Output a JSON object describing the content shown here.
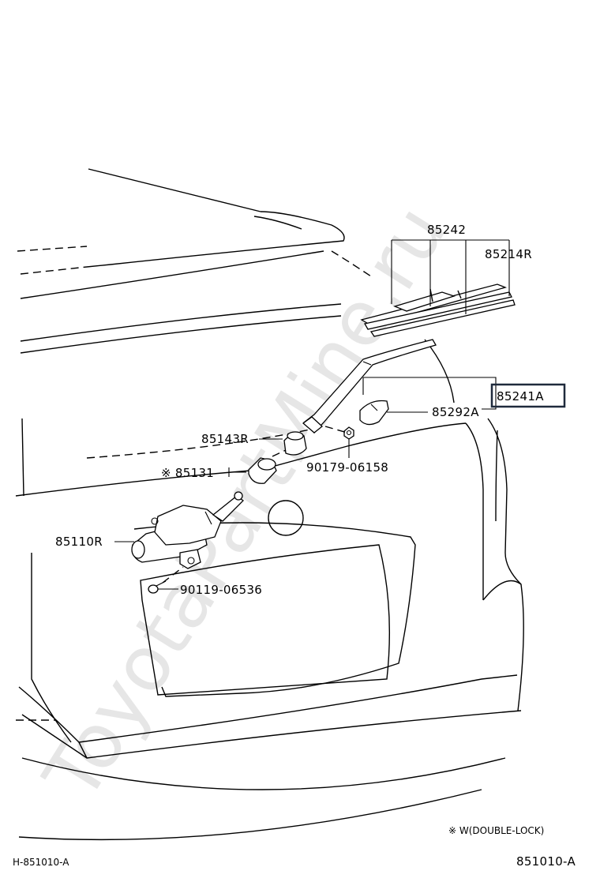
{
  "watermark": "ToyotaPartMine.ru",
  "labels": {
    "p85242": "85242",
    "p85214R": "85214R",
    "p85241A": "85241A",
    "p85292A": "85292A",
    "p85143R": "85143R",
    "p90179": "90179-06158",
    "p85131": "※ 85131",
    "p85110R": "85110R",
    "p90119": "90119-06536"
  },
  "note": "※  W(DOUBLE-LOCK)",
  "footer": {
    "left_code": "H-851010-A",
    "right_code": "851010-A"
  },
  "colors": {
    "highlight_box": "#1f2a3c",
    "line": "#000000",
    "watermark": "#e6e6e6"
  }
}
